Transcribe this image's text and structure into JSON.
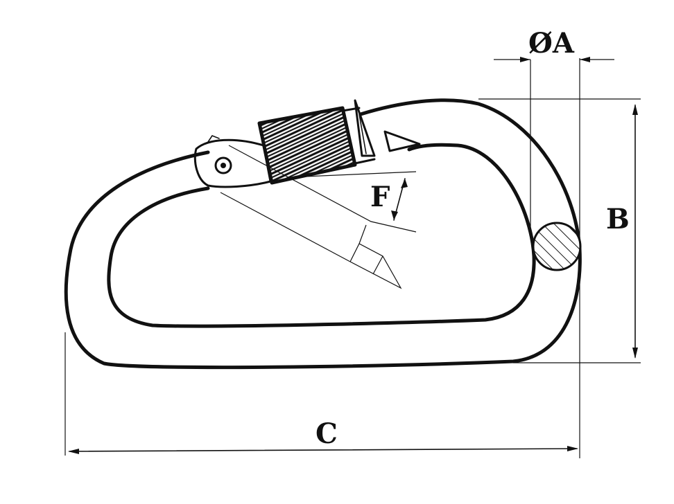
{
  "diagram": {
    "labels": {
      "diameter": "ØA",
      "height": "B",
      "length": "C",
      "gate_opening": "F"
    },
    "colors": {
      "line": "#111111",
      "background": "#ffffff"
    }
  }
}
